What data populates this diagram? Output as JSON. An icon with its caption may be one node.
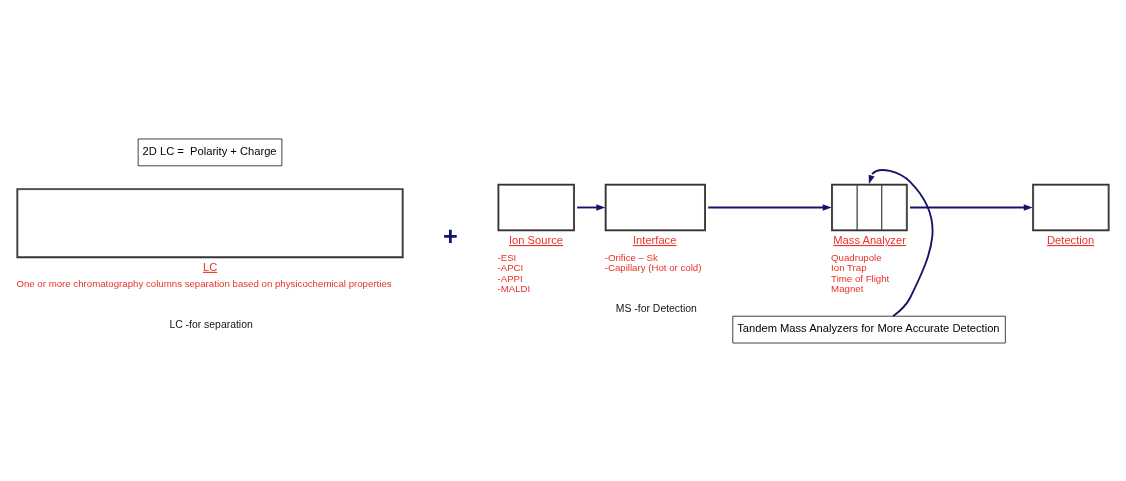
{
  "diagram": {
    "nodes": [
      {
        "text": [
          "2D LC =  Polarity + Charge"
        ]
      },
      {
        "text": [
          "LC"
        ],
        "beside": [
          "One or more chromatography columns separation based on physicochemical properties"
        ]
      },
      {
        "text": [
          "Ion Source"
        ],
        "beside": [
          "-ESI",
          "-APCI",
          "-APPI",
          "-MALDI"
        ]
      },
      {
        "text": [
          "Interface"
        ],
        "beside": [
          "-Orifice – Sk",
          "-Capillary (Hot or cold)"
        ]
      },
      {
        "text": [
          "Mass Analyzer"
        ],
        "beside": [
          "Quadrupole",
          "Ion Trap",
          "Time of Flight",
          "Magnet"
        ]
      },
      {
        "text": [
          "Detection"
        ]
      },
      {
        "text": [
          "Tandem Mass Analyzers for More Accurate Detection"
        ]
      }
    ],
    "edges": [
      {
        "from": 2,
        "to": 3,
        "arrow": "to"
      },
      {
        "from": 3,
        "to": 4,
        "arrow": "to"
      },
      {
        "from": 4,
        "to": 5,
        "arrow": "to"
      },
      {
        "from": 6,
        "to": 4,
        "arrow": "to"
      }
    ],
    "labels": [
      "+",
      "LC -for separation",
      "MS -for Detection"
    ]
  }
}
